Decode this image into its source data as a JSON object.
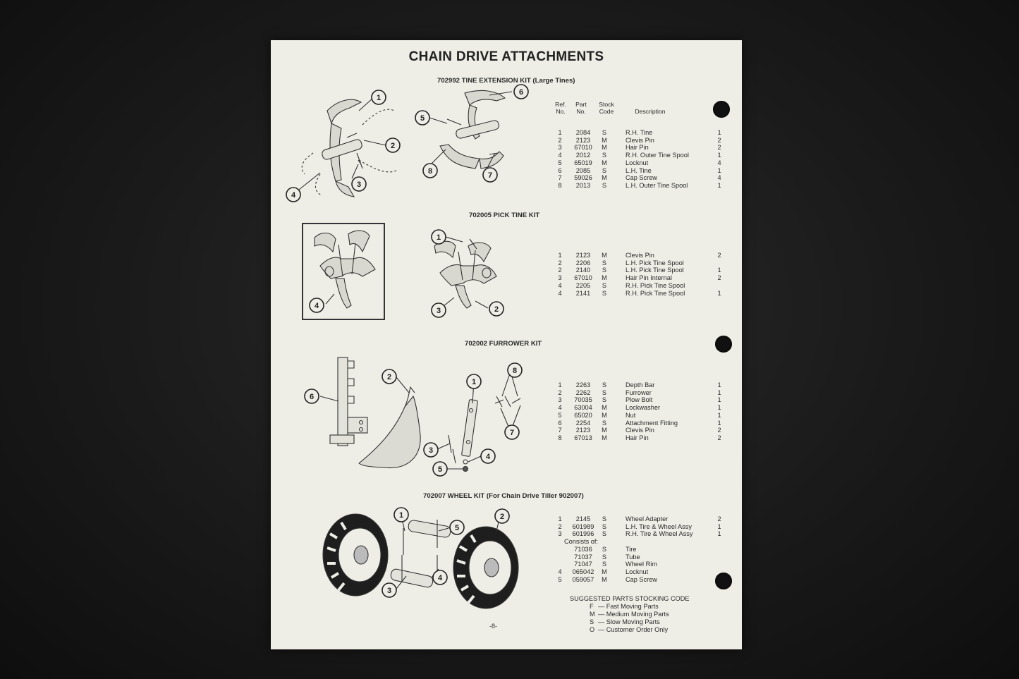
{
  "document": {
    "title": "CHAIN DRIVE ATTACHMENTS",
    "page_number": "-8-"
  },
  "table_headers": {
    "ref": [
      "Ref.",
      "No."
    ],
    "part": [
      "Part",
      "No."
    ],
    "stock": [
      "Stock",
      "Code"
    ],
    "description": "Description"
  },
  "kits": [
    {
      "title": "702992 TINE EXTENSION KIT (Large Tines)",
      "callouts": [
        "1",
        "2",
        "3",
        "4",
        "5",
        "6",
        "7",
        "8"
      ],
      "rows": [
        {
          "ref": "1",
          "part": "2084",
          "code": "S",
          "desc": "R.H. Tine",
          "qty": "1"
        },
        {
          "ref": "2",
          "part": "2123",
          "code": "M",
          "desc": "Clevis Pin",
          "qty": "2"
        },
        {
          "ref": "3",
          "part": "67010",
          "code": "M",
          "desc": "Hair Pin",
          "qty": "2"
        },
        {
          "ref": "4",
          "part": "2012",
          "code": "S",
          "desc": "R.H. Outer Tine Spool",
          "qty": "1"
        },
        {
          "ref": "5",
          "part": "65019",
          "code": "M",
          "desc": "Locknut",
          "qty": "4"
        },
        {
          "ref": "6",
          "part": "2085",
          "code": "S",
          "desc": "L.H. Tine",
          "qty": "1"
        },
        {
          "ref": "7",
          "part": "59026",
          "code": "M",
          "desc": "Cap Screw",
          "qty": "4"
        },
        {
          "ref": "8",
          "part": "2013",
          "code": "S",
          "desc": "L.H. Outer Tine Spool",
          "qty": "1"
        }
      ]
    },
    {
      "title": "702005 PICK TINE KIT",
      "callouts": [
        "4",
        "1",
        "2",
        "3"
      ],
      "rows": [
        {
          "ref": "1",
          "part": "2123",
          "code": "M",
          "desc": "Clevis Pin",
          "qty": "2"
        },
        {
          "ref": "2",
          "part": "2206",
          "code": "S",
          "desc": "L.H. Pick Tine Spool",
          "qty": ""
        },
        {
          "ref": "2",
          "part": "2140",
          "code": "S",
          "desc": "L.H. Pick Tine Spool",
          "qty": "1"
        },
        {
          "ref": "3",
          "part": "67010",
          "code": "M",
          "desc": "Hair Pin Internal",
          "qty": "2"
        },
        {
          "ref": "4",
          "part": "2205",
          "code": "S",
          "desc": "R.H. Pick Tine Spool",
          "qty": ""
        },
        {
          "ref": "4",
          "part": "2141",
          "code": "S",
          "desc": "R.H. Pick Tine Spool",
          "qty": "1"
        }
      ]
    },
    {
      "title": "702002 FURROWER KIT",
      "callouts": [
        "6",
        "2",
        "1",
        "8",
        "7",
        "3",
        "4",
        "5"
      ],
      "rows": [
        {
          "ref": "1",
          "part": "2263",
          "code": "S",
          "desc": "Depth Bar",
          "qty": "1"
        },
        {
          "ref": "2",
          "part": "2262",
          "code": "S",
          "desc": "Furrower",
          "qty": "1"
        },
        {
          "ref": "3",
          "part": "70035",
          "code": "S",
          "desc": "Plow Bolt",
          "qty": "1"
        },
        {
          "ref": "4",
          "part": "63004",
          "code": "M",
          "desc": "Lockwasher",
          "qty": "1"
        },
        {
          "ref": "5",
          "part": "65020",
          "code": "M",
          "desc": "Nut",
          "qty": "1"
        },
        {
          "ref": "6",
          "part": "2254",
          "code": "S",
          "desc": "Attachment Fitting",
          "qty": "1"
        },
        {
          "ref": "7",
          "part": "2123",
          "code": "M",
          "desc": "Clevis Pin",
          "qty": "2"
        },
        {
          "ref": "8",
          "part": "67013",
          "code": "M",
          "desc": "Hair Pin",
          "qty": "2"
        }
      ]
    },
    {
      "title": "702007 WHEEL KIT (For Chain Drive Tiller 902007)",
      "callouts": [
        "1",
        "5",
        "2",
        "3",
        "4"
      ],
      "rows": [
        {
          "ref": "1",
          "part": "2145",
          "code": "S",
          "desc": "Wheel Adapter",
          "qty": "2"
        },
        {
          "ref": "2",
          "part": "601989",
          "code": "S",
          "desc": "L.H. Tire & Wheel Assy",
          "qty": "1"
        },
        {
          "ref": "3",
          "part": "601996",
          "code": "S",
          "desc": "R.H. Tire & Wheel Assy",
          "qty": "1"
        },
        {
          "ref": "",
          "part": "Consists of:",
          "code": "",
          "desc": "",
          "qty": ""
        },
        {
          "ref": "",
          "part": "71036",
          "code": "S",
          "desc": "Tire",
          "qty": ""
        },
        {
          "ref": "",
          "part": "71037",
          "code": "S",
          "desc": "Tube",
          "qty": ""
        },
        {
          "ref": "",
          "part": "71047",
          "code": "S",
          "desc": "Wheel Rim",
          "qty": ""
        },
        {
          "ref": "4",
          "part": "065042",
          "code": "M",
          "desc": "Locknut",
          "qty": ""
        },
        {
          "ref": "5",
          "part": "059057",
          "code": "M",
          "desc": "Cap Screw",
          "qty": ""
        }
      ]
    }
  ],
  "stocking_code": {
    "title": "SUGGESTED PARTS STOCKING CODE",
    "items": [
      {
        "code": "F",
        "desc": "— Fast Moving Parts"
      },
      {
        "code": "M",
        "desc": "— Medium Moving Parts"
      },
      {
        "code": "S",
        "desc": "— Slow Moving Parts"
      },
      {
        "code": "O",
        "desc": "— Customer Order Only"
      }
    ]
  }
}
